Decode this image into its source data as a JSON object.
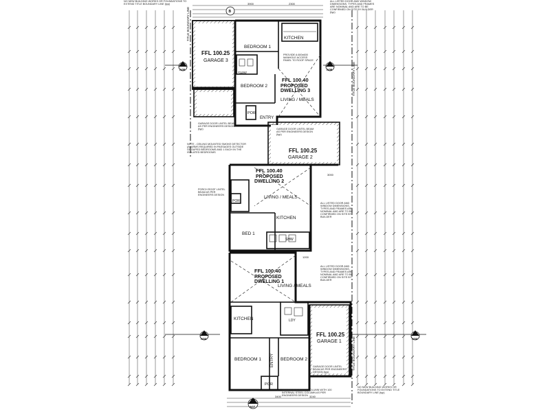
{
  "dwellings": [
    {
      "ffl": "FFL 100.40",
      "title1": "PROPOSED",
      "title2": "DWELLING 3"
    },
    {
      "ffl": "FFL 100.40",
      "title1": "PROPOSED",
      "title2": "DWELLING 2"
    },
    {
      "ffl": "FFL 100.40",
      "title1": "PROPOSED",
      "title2": "DWELLING 1"
    }
  ],
  "garages": [
    {
      "ffl": "FFL 100.25",
      "name": "GARAGE 3"
    },
    {
      "ffl": "FFL 100.25",
      "name": "GARAGE 2"
    },
    {
      "ffl": "FFL 100.25",
      "name": "GARAGE 1"
    }
  ],
  "rooms": {
    "kitchen": "KITCHEN",
    "bedroom1": "BEDROOM 1",
    "bedroom2": "BEDROOM 2",
    "bed1": "BED 1",
    "living_meals": "LIVING / MEALS",
    "entry": "ENTRY",
    "por": "POR",
    "shw": "SHW",
    "ldy": "LDY"
  },
  "markers": {
    "a04": "A04",
    "a05": "A05",
    "a06": "A06",
    "a07": "A07",
    "b": "B"
  },
  "boundary": {
    "left": "TITLE BOUNDARY LINE",
    "right": "TITLE BOUNDARY LINE"
  },
  "notes": {
    "wall_top": "NO NEW BUILDING WORKS OR FOUNDATIONS TO EXTEND TITLE BOUNDARY LINE (typ)",
    "glazing_top": "ALL LISTED DOOR AND WINDOW DIMENSIONS, TYPES AND FRAMES ARE NOMINAL AND ARE TO BE CONFIRMED ON SITE BY BUILDER (typ)",
    "smoke": "NOTE - CEILING MOUNTED SMOKE DETECTOR (ALARMS REQUIRED IN PASSAGES OUTSIDE GROUPED BEDROOMS AND 1 EACH IN THE ISOLATED BEDROOMS",
    "glazing_mid": "ALL LISTED DOOR AND WINDOW DIMENSIONS, TYPES AND FRAMES ARE NOMINAL AND ARE TO BE CONFIRMED ON SITE BY BUILDER",
    "glazing_low": "ALL LISTED DOOR AND WINDOW DIMENSIONS, TYPES AND FRAMES ARE NOMINAL AND ARE TO BE CONFIRMED ON SITE BY BUILDER",
    "porch_lintel": "PORCH ROOF LINTEL BEAM AS PER ENGINEERS DESIGN",
    "garage_lintel_3": "GARAGE DOOR LINTEL BEAM AS PER ENGINEERS DESIGN (typ)",
    "garage_lintel_2": "GARAGE DOOR LINTEL BEAM AS PER ENGINEERS DESIGN (typ)",
    "garage_lintel_1": "GARAGE DOOR LINTEL BEAM AS PER ENGINEERS DESIGN (typ)",
    "access_panel": "PROVIDE A 600x600 MANHOLE ACCESS PANEL TO ROOF SPACE",
    "bottom_right": "NO NEW BUILDING WORKS OR FOUNDATIONS TO EXTEND TITLE BOUNDARY LINE (typ)",
    "post": "100x100 SHS POST / COLUMN WITH 100 INTERNAL STEEL COLUMN AS PER ENGINEERS DESIGN"
  },
  "dimensions": {
    "d1": "3900",
    "d2": "2300",
    "d3": "3000",
    "d4": "1200",
    "d5": "3400",
    "d6": "3240"
  }
}
